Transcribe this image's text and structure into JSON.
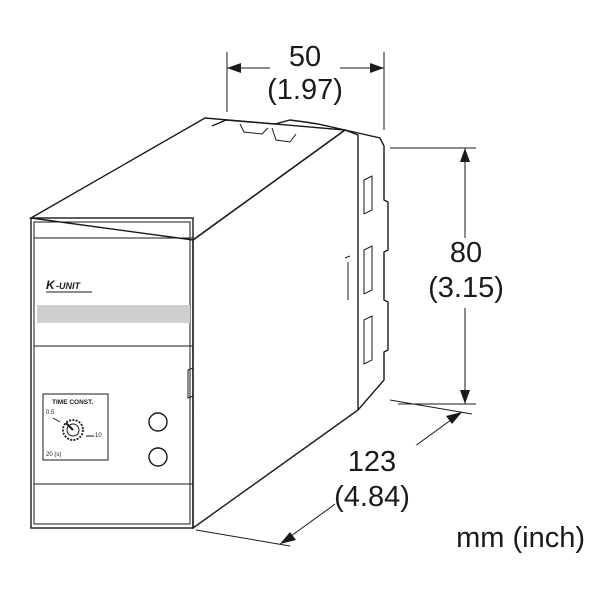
{
  "dimensions": {
    "width": {
      "mm": "50",
      "inch": "(1.97)"
    },
    "height": {
      "mm": "80",
      "inch": "(3.15)"
    },
    "depth": {
      "mm": "123",
      "inch": "(4.84)"
    }
  },
  "units_label": "mm (inch)",
  "device": {
    "brand_prefix": "K",
    "brand_suffix": "-UNIT",
    "dial": {
      "title": "TIME CONST.",
      "min_label": "0.5",
      "max_label": "10",
      "range_label": "20 (s)"
    }
  }
}
